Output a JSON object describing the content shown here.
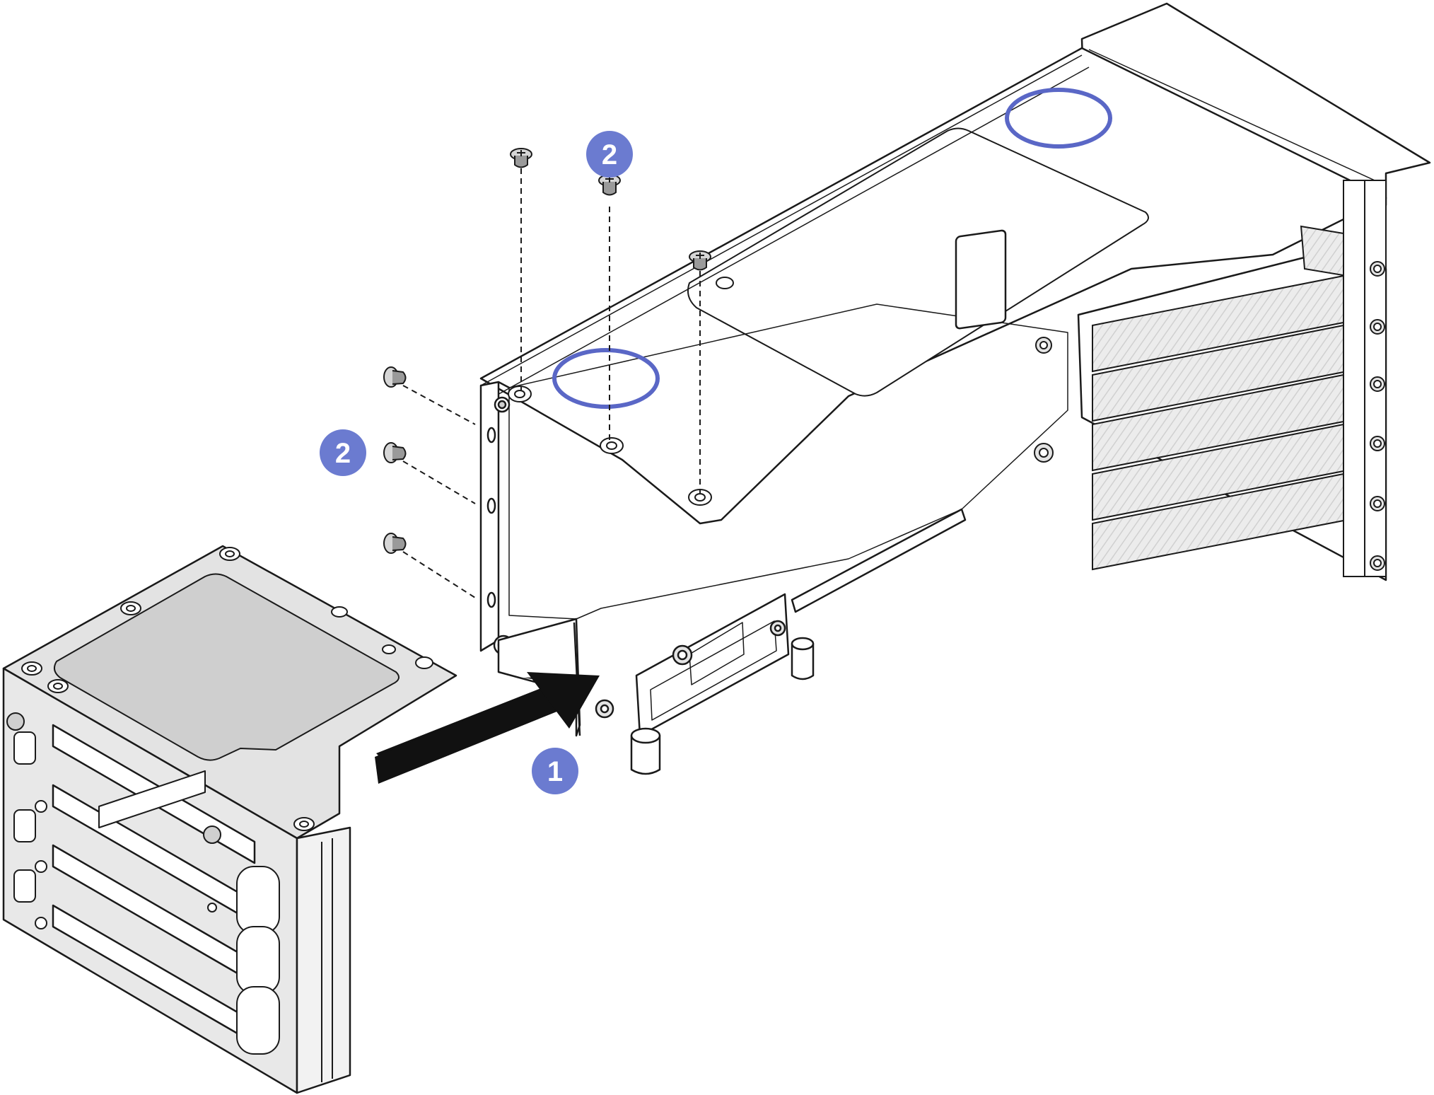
{
  "callouts": [
    {
      "id": "step-1",
      "label": "1"
    },
    {
      "id": "step-2-top",
      "label": "2"
    },
    {
      "id": "step-2-side",
      "label": "2"
    }
  ],
  "colors": {
    "line": "#1a1a1a",
    "callout": "#6b7bd0",
    "ring": "#5a67c6",
    "fill_light": "#f2f2f2",
    "fill_mid": "#e3e3e3",
    "fill_dark": "#cfcfcf",
    "hatch": "#d8d8d8",
    "screw": "#9a9a9a"
  }
}
